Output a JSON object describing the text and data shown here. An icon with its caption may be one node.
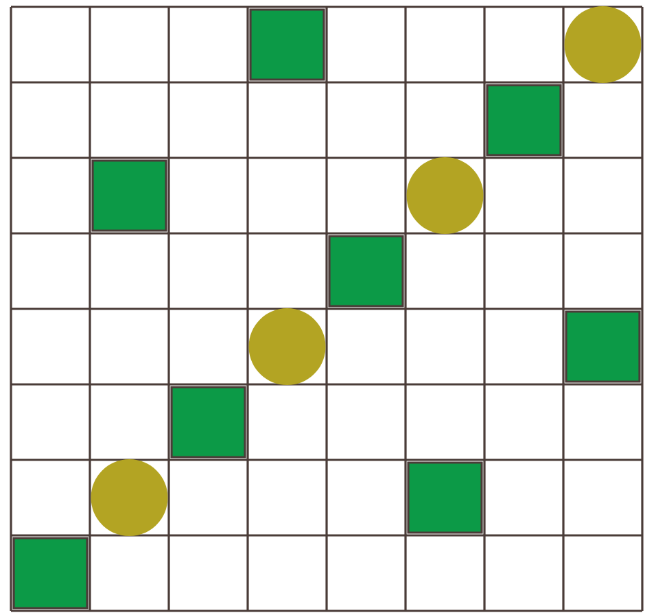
{
  "diagram": {
    "nodes": [
      {
        "text": [],
        "shape": "box"
      },
      {
        "text": [],
        "shape": "circle"
      },
      {
        "text": [],
        "shape": "box"
      },
      {
        "text": [],
        "shape": "box"
      },
      {
        "text": [],
        "shape": "circle"
      },
      {
        "text": [],
        "shape": "box"
      },
      {
        "text": [],
        "shape": "circle"
      },
      {
        "text": [],
        "shape": "box"
      },
      {
        "text": [],
        "shape": "box"
      },
      {
        "text": [],
        "shape": "circle"
      },
      {
        "text": [],
        "shape": "box"
      },
      {
        "text": [],
        "shape": "box"
      }
    ]
  }
}
